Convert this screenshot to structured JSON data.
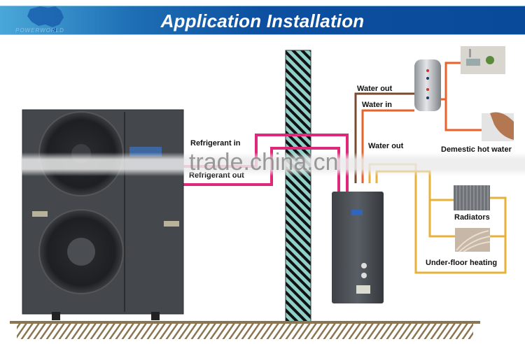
{
  "banner": {
    "title": "Application Installation",
    "logo_text": "POWERWORLD",
    "colors": {
      "start": "#4aa8d8",
      "mid": "#1e6fb5",
      "end": "#0a4a9a"
    }
  },
  "labels": {
    "refrigerant_in": "Refrigerant in",
    "refrigerant_out": "Refrigerant out",
    "water_out_top": "Water out",
    "water_in": "Water in",
    "water_out_bottom": "Water out",
    "domestic_hot_water": "Demestic hot water",
    "radiators": "Radiators",
    "under_floor_heating": "Under-floor heating"
  },
  "watermark": "trade.china.cn",
  "components": [
    {
      "name": "Outdoor heat pump unit",
      "fans": 2
    },
    {
      "name": "Wall"
    },
    {
      "name": "Indoor hydronic module"
    },
    {
      "name": "Hot water storage tank"
    },
    {
      "name": "Kitchen sink"
    },
    {
      "name": "Wash basin"
    },
    {
      "name": "Radiator"
    },
    {
      "name": "Under-floor heating pipes"
    },
    {
      "name": "Ground"
    }
  ],
  "pipe_colors": {
    "refrigerant": "#e0287a",
    "water_out": "#7a4a2e",
    "water_in": "#e8622a",
    "heating": "#e6b23a",
    "ground": "#8a7550",
    "wall_fill": "#8fd0c8"
  }
}
